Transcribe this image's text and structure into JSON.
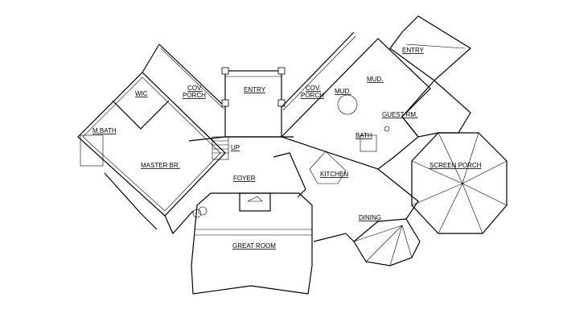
{
  "rooms": {
    "wic": "WIC",
    "cov_porch_left": [
      "COV.",
      "PORCH"
    ],
    "entry_main": "ENTRY",
    "cov_porch_right": [
      "COV.",
      "PORCH"
    ],
    "mud_upper": "MUD.",
    "mud_lower": "MUD.",
    "entry_right": "ENTRY",
    "guest_room": "GUEST RM.",
    "bath": "BATH",
    "master_bath": "M.BATH",
    "master_bedroom": "MASTER BR.",
    "stair_up": "UP",
    "foyer": "FOYER",
    "kitchen": "KITCHEN",
    "screen_porch": "SCREEN PORCH",
    "dining": "DINING",
    "great_room": "GREAT ROOM"
  }
}
